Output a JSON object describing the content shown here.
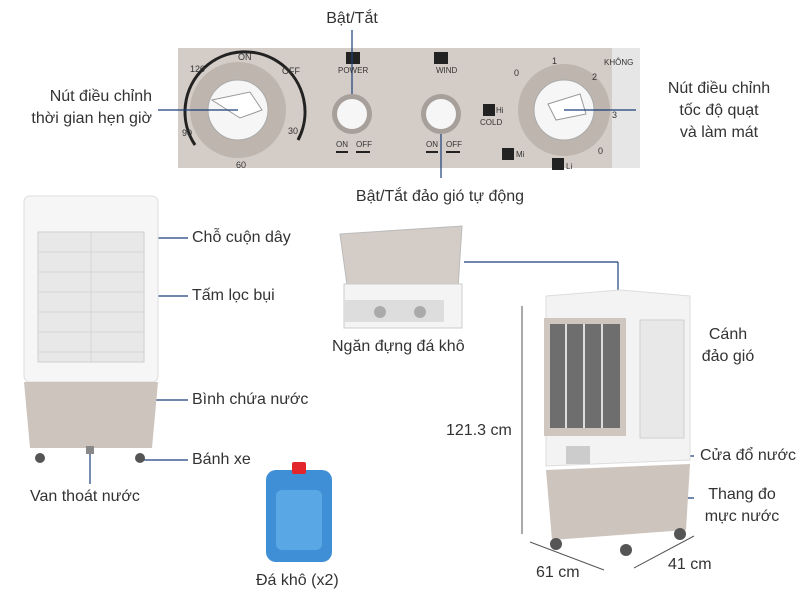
{
  "panel": {
    "power_label": "POWER",
    "wind_label": "WIND",
    "on": "ON",
    "off": "OFF",
    "khong": "KHÔNG",
    "cold": "COLD",
    "hi": "Hi",
    "mi": "Mi",
    "li": "Li",
    "timer_ticks": [
      "120",
      "ON",
      "OFF",
      "90",
      "30",
      "60"
    ],
    "speed_ticks": [
      "0",
      "1",
      "2",
      "3",
      "0"
    ]
  },
  "labels": {
    "power": "Bật/Tắt",
    "swing": "Bật/Tắt đảo gió tự động",
    "timer_knob": "Nút điều chỉnh\nthời gian hẹn giờ",
    "speed_knob": "Nút điều chỉnh\ntốc độ quạt\nvà làm mát",
    "cord": "Chỗ cuộn dây",
    "filter": "Tấm lọc bụi",
    "tank": "Bình chứa nước",
    "wheel": "Bánh xe",
    "drain": "Van thoát nước",
    "ice_compartment": "Ngăn đựng đá khô",
    "ice_pack": "Đá khô (x2)",
    "louver": "Cánh\nđảo gió",
    "water_inlet": "Cửa đổ nước",
    "water_gauge": "Thang đo\nmực nước",
    "height": "121.3 cm",
    "width": "61 cm",
    "depth": "41 cm"
  },
  "colors": {
    "panel": "#cfc6c0",
    "body": "#f4f4f4",
    "base": "#cdc4bd",
    "leader": "#1a3f7a",
    "ice": "#3f8fd6",
    "cap": "#e2262b"
  }
}
